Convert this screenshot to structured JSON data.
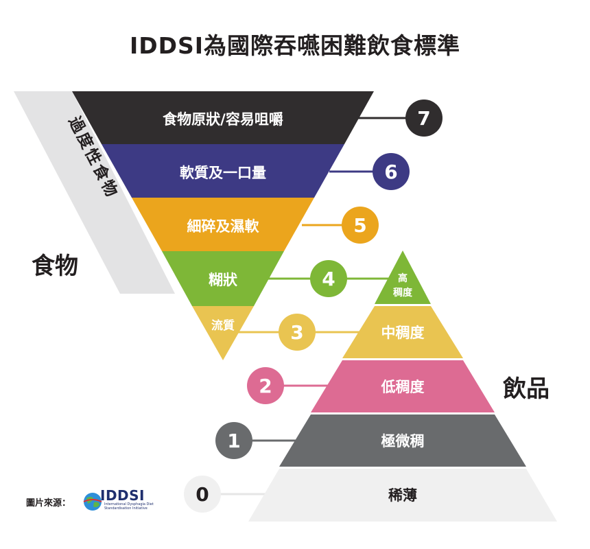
{
  "title": "IDDSI為國際吞嚥困難飲食標準",
  "labels": {
    "food": "食物",
    "drink": "飲品",
    "transitional": "過度性食物"
  },
  "food_levels": [
    {
      "level": "7",
      "label": "食物原狀/容易咀嚼",
      "color": "#302d2e"
    },
    {
      "level": "6",
      "label": "軟質及一口量",
      "color": "#3d3a84"
    },
    {
      "level": "5",
      "label": "細碎及濕軟",
      "color": "#eba51d"
    },
    {
      "level": "4",
      "label": "糊狀",
      "color": "#7eb737"
    },
    {
      "level": "3",
      "label": "流質",
      "color": "#e9c451"
    }
  ],
  "drink_levels": [
    {
      "level": "4",
      "label_line1": "高",
      "label_line2": "稠度",
      "color": "#7eb737"
    },
    {
      "level": "3",
      "label": "中稠度",
      "color": "#e9c451"
    },
    {
      "level": "2",
      "label": "低稠度",
      "color": "#dd6b93"
    },
    {
      "level": "1",
      "label": "極微稠",
      "color": "#696b6d"
    },
    {
      "level": "0",
      "label": "稀薄",
      "color": "#f0f0f0"
    }
  ],
  "transitional_color": "#e3e3e4",
  "source": {
    "label": "圖片來源：",
    "logo_text": "IDDSI",
    "logo_sub_line1": "International Dysphagia Diet",
    "logo_sub_line2": "Standardisation Initiative"
  }
}
